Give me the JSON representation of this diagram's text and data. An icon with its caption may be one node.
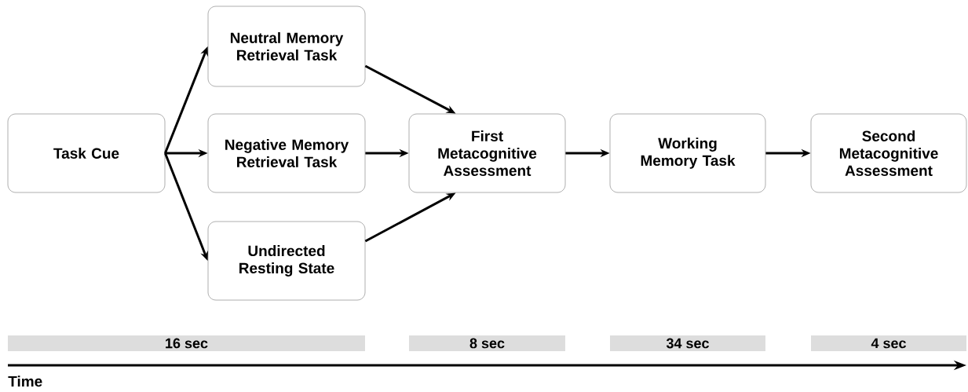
{
  "diagram": {
    "nodes": [
      {
        "text": [
          "Task Cue"
        ]
      },
      {
        "text": [
          "Neutral Memory Retrieval Task"
        ]
      },
      {
        "text": [
          "Negative Memory Retrieval Task"
        ]
      },
      {
        "text": [
          "Undirected Resting State"
        ]
      },
      {
        "text": [
          "First Metacognitive Assessment"
        ]
      },
      {
        "text": [
          "Working Memory Task"
        ]
      },
      {
        "text": [
          "Second Metacognitive Assessment"
        ]
      },
      {
        "text": [
          "16 sec"
        ]
      },
      {
        "text": [
          "8 sec"
        ]
      },
      {
        "text": [
          "34 sec"
        ]
      },
      {
        "text": [
          "4 sec"
        ]
      }
    ],
    "edges": [
      {
        "from": 0,
        "to": 1,
        "arrow": "to"
      },
      {
        "from": 0,
        "to": 2,
        "arrow": "to"
      },
      {
        "from": 0,
        "to": 3,
        "arrow": "to"
      },
      {
        "from": 1,
        "to": 4,
        "arrow": "to"
      },
      {
        "from": 2,
        "to": 4,
        "arrow": "to"
      },
      {
        "from": 3,
        "to": 4,
        "arrow": "to"
      },
      {
        "from": 4,
        "to": 5,
        "arrow": "to"
      },
      {
        "from": 5,
        "to": 6,
        "arrow": "to"
      }
    ],
    "labels": [
      "Time"
    ]
  }
}
